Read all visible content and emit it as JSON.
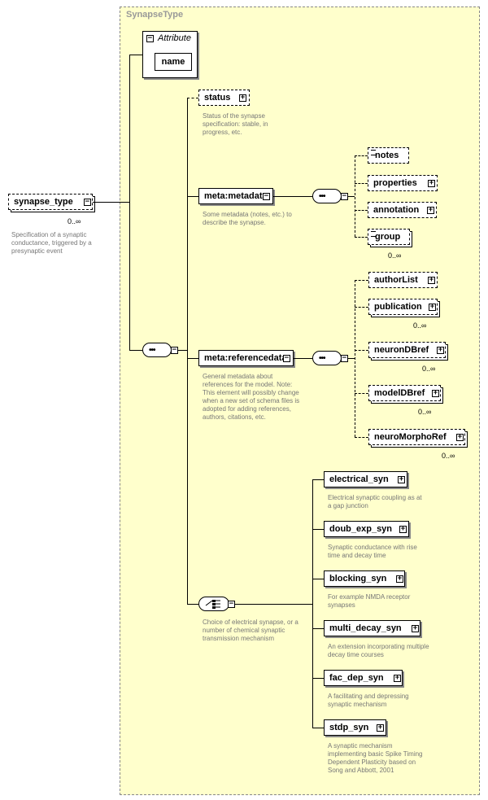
{
  "type_name": "SynapseType",
  "attribute": {
    "header": "Attribute",
    "name": "name"
  },
  "root": {
    "label": "synapse_type",
    "cardinality": "0..∞",
    "desc": "Specification of a synaptic conductance, triggered by a presynaptic event"
  },
  "status": {
    "label": "status",
    "desc": "Status of the synapse specification: stable, in progress, etc."
  },
  "metadata": {
    "label": "meta:metadata",
    "desc": "Some metadata (notes, etc.) to describe the synapse."
  },
  "metadata_children": [
    {
      "label": "notes",
      "cardinality": ""
    },
    {
      "label": "properties",
      "cardinality": ""
    },
    {
      "label": "annotation",
      "cardinality": ""
    },
    {
      "label": "group",
      "cardinality": "0..∞"
    }
  ],
  "referencedata": {
    "label": "meta:referencedata",
    "desc": "General metadata about references for the model.                  Note: This element will possibly change when a new set of schema                             files is adopted for adding references, authors, citations, etc."
  },
  "referencedata_children": [
    {
      "label": "authorList",
      "cardinality": ""
    },
    {
      "label": "publication",
      "cardinality": "0..∞"
    },
    {
      "label": "neuronDBref",
      "cardinality": "0..∞"
    },
    {
      "label": "modelDBref",
      "cardinality": "0..∞"
    },
    {
      "label": "neuroMorphoRef",
      "cardinality": "0..∞"
    }
  ],
  "choice": {
    "desc": "Choice of electrical synapse, or a number of chemical synaptic transmission mechanism"
  },
  "choice_children": [
    {
      "label": "electrical_syn",
      "desc": "Electrical synaptic coupling as at a gap junction"
    },
    {
      "label": "doub_exp_syn",
      "desc": "Synaptic conductance with rise time and decay time"
    },
    {
      "label": "blocking_syn",
      "desc": "For example NMDA receptor synapses"
    },
    {
      "label": "multi_decay_syn",
      "desc": "An extension incorporating multiple decay time courses"
    },
    {
      "label": "fac_dep_syn",
      "desc": "A facilitating and depressing synaptic mechanism"
    },
    {
      "label": "stdp_syn",
      "desc": "A synaptic mechanism implementing basic Spike Timing Dependent Plasticity based on Song and Abbott, 2001"
    }
  ]
}
